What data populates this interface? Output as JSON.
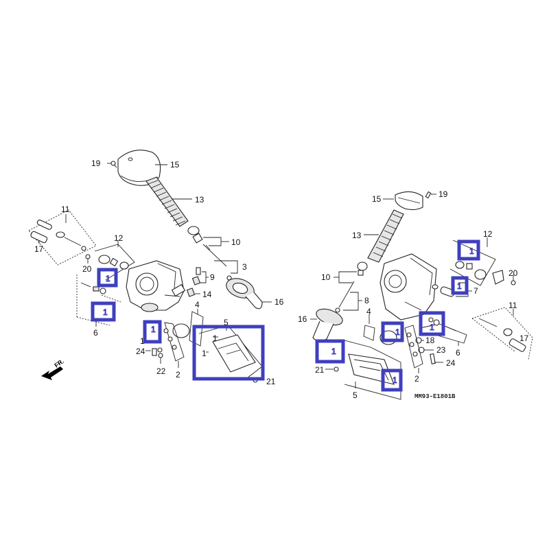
{
  "diagram": {
    "title_code": "MM93-E1801B",
    "direction_label": "FR.",
    "highlight_color": "#3f3fbf",
    "highlight_label": "1",
    "left_assembly": {
      "callouts": [
        "19",
        "15",
        "13",
        "10",
        "3",
        "11",
        "17",
        "12",
        "20",
        "9",
        "14",
        "16",
        "6",
        "4",
        "5",
        "1",
        "24",
        "22",
        "2",
        "21",
        "1",
        "1"
      ]
    },
    "right_assembly": {
      "callouts": [
        "15",
        "19",
        "13",
        "12",
        "10",
        "20",
        "8",
        "7",
        "16",
        "4",
        "11",
        "17",
        "6",
        "18",
        "23",
        "24",
        "21",
        "2",
        "5",
        "1"
      ]
    }
  }
}
